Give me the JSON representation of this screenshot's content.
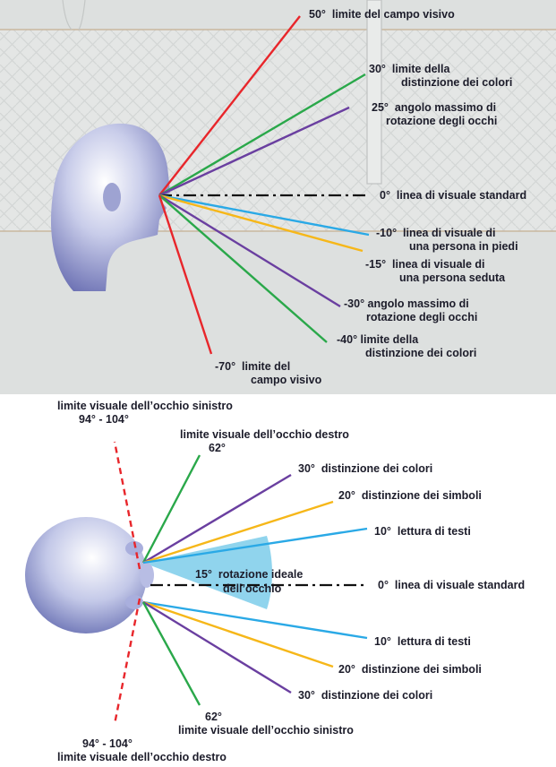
{
  "side_view": {
    "labels": {
      "fov_up": "50°  limite del campo visivo",
      "color_up_1": "30°  limite della",
      "color_up_2": "distinzione dei colori",
      "eye_up_1": "25°  angolo massimo di",
      "eye_up_2": "rotazione degli occhi",
      "standard": "0°  linea di visuale standard",
      "standing_1": "-10°  linea di visuale di",
      "standing_2": "una persona in piedi",
      "seated_1": "-15°  linea di visuale di",
      "seated_2": "una persona seduta",
      "eye_down_1": "-30° angolo massimo di",
      "eye_down_2": "rotazione degli occhi",
      "color_down_1": "-40° limite della",
      "color_down_2": "distinzione dei colori",
      "fov_down_1": "-70°  limite del",
      "fov_down_2": "campo visivo"
    }
  },
  "top_view": {
    "labels": {
      "left_eye_top_1": "limite visuale dell’occhio sinistro",
      "left_eye_top_2": "94° - 104°",
      "right_eye_top_1": "limite visuale dell’occhio destro",
      "right_eye_top_2": "62°",
      "color_top": "30°  distinzione dei colori",
      "symbol_top": "20°  distinzione dei simboli",
      "reading_top": "10°  lettura di testi",
      "rotation_1": "15°  rotazione ideale",
      "rotation_2": "dell’occhio",
      "standard": "0°  linea di visuale standard",
      "reading_bottom": "10°  lettura di testi",
      "symbol_bottom": "20°  distinzione dei simboli",
      "color_bottom": "30°  distinzione dei colori",
      "left_eye_bottom_1": "62°",
      "left_eye_bottom_2": "limite visuale dell’occhio sinistro",
      "right_eye_bottom_1": "94° - 104°",
      "right_eye_bottom_2": "limite visuale dell’occhio destro"
    }
  },
  "colors": {
    "field_of_view": "#e8262b",
    "color_distinction": "#2aa84a",
    "eye_rotation": "#6a3fa0",
    "standing": "#2aa9e6",
    "seated": "#f6b719",
    "symbols": "#f6b719",
    "reading": "#2aa9e6",
    "rotation_cone": "#7ccdea"
  }
}
